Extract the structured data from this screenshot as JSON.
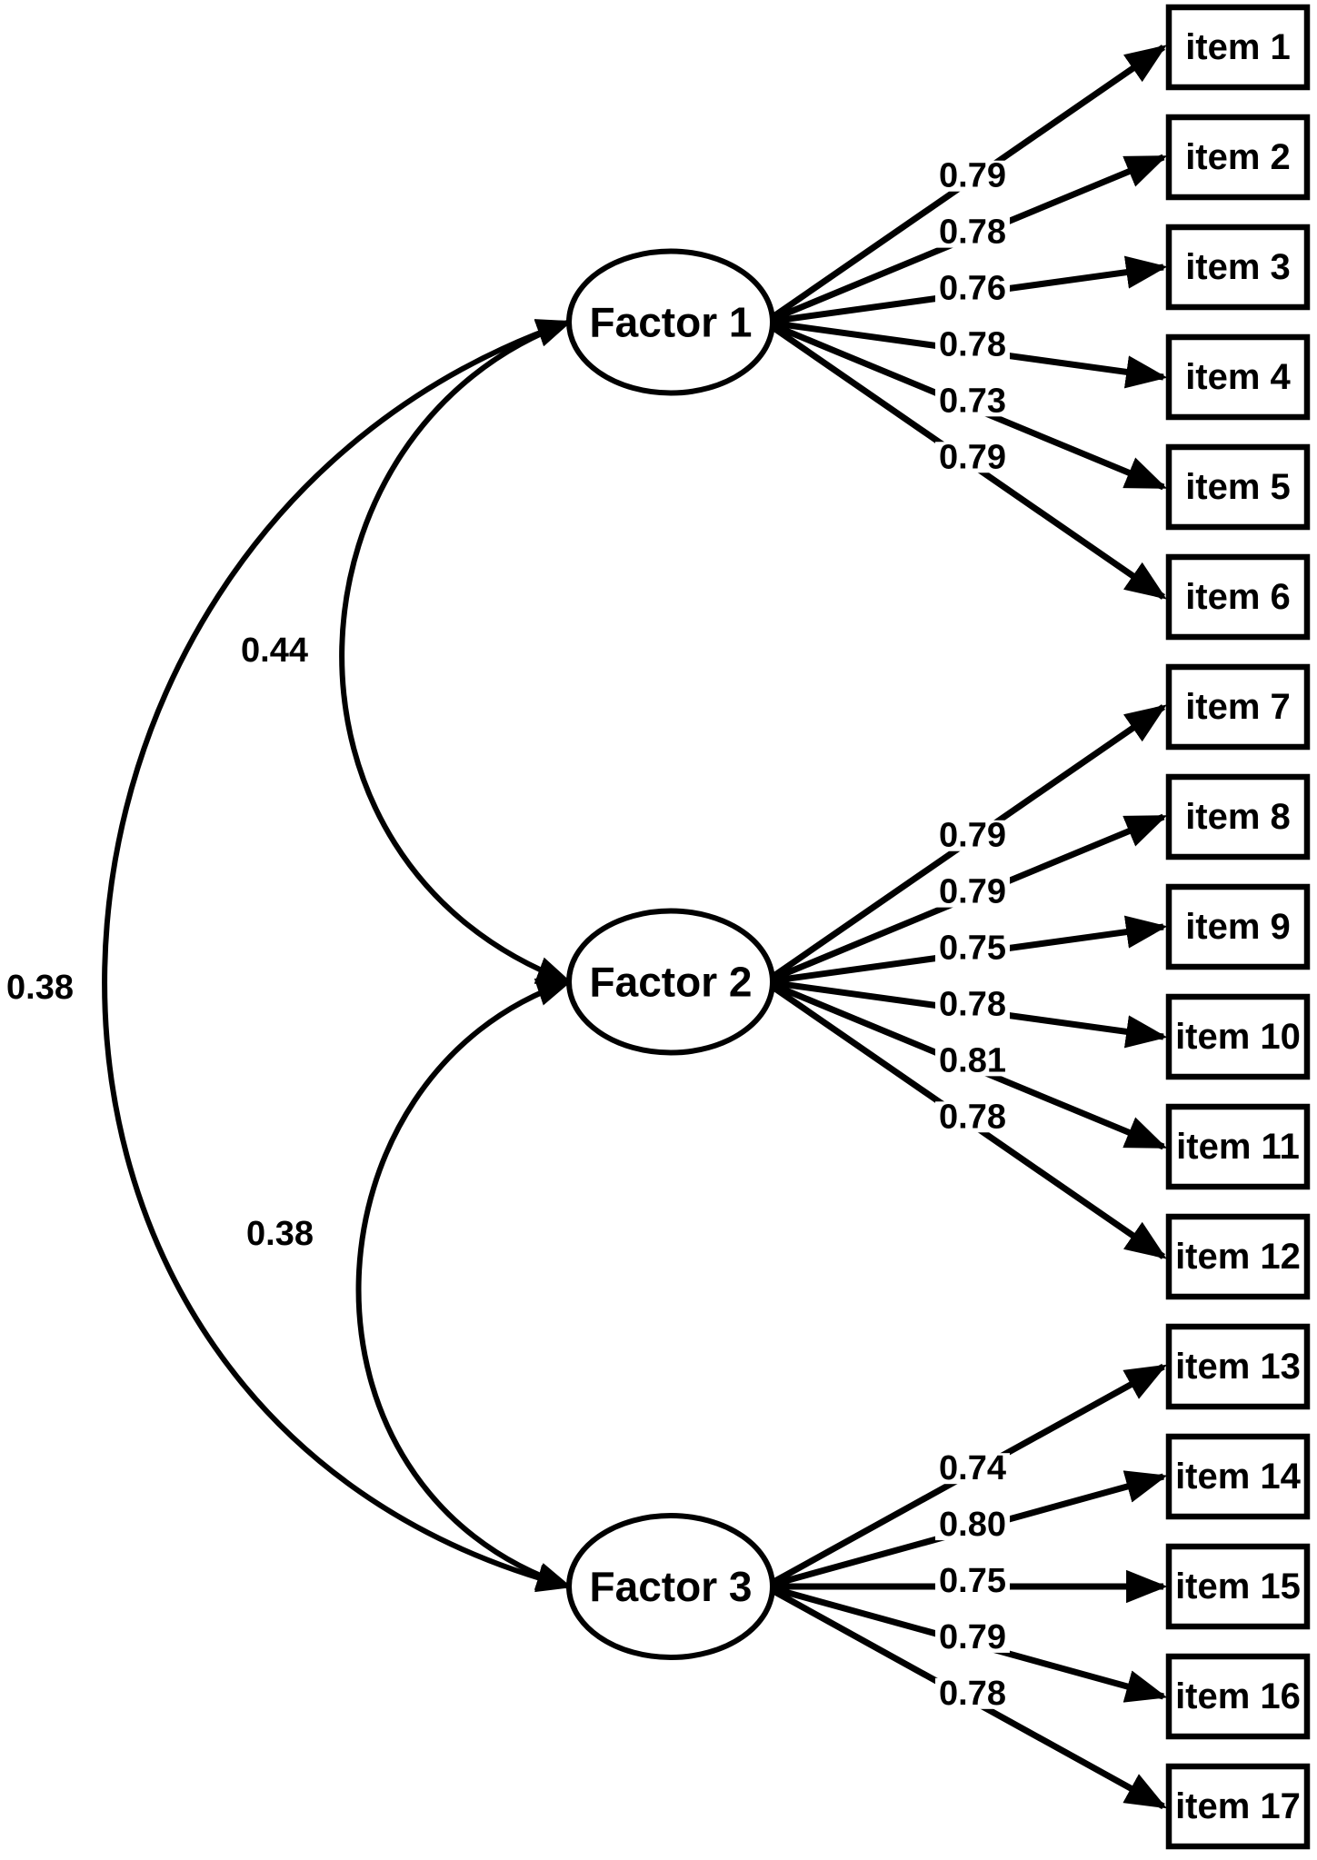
{
  "diagram": {
    "type": "cfa-path-diagram",
    "colors": {
      "stroke": "#000000",
      "background": "#ffffff"
    },
    "factors": [
      {
        "label": "Factor 1",
        "items": [
          {
            "label": "item 1",
            "loading": "0.79"
          },
          {
            "label": "item 2",
            "loading": "0.78"
          },
          {
            "label": "item 3",
            "loading": "0.76"
          },
          {
            "label": "item 4",
            "loading": "0.78"
          },
          {
            "label": "item 5",
            "loading": "0.73"
          },
          {
            "label": "item 6",
            "loading": "0.79"
          }
        ]
      },
      {
        "label": "Factor 2",
        "items": [
          {
            "label": "item 7",
            "loading": "0.79"
          },
          {
            "label": "item 8",
            "loading": "0.79"
          },
          {
            "label": "item 9",
            "loading": "0.75"
          },
          {
            "label": "item 10",
            "loading": "0.78"
          },
          {
            "label": "item 11",
            "loading": "0.81"
          },
          {
            "label": "item 12",
            "loading": "0.78"
          }
        ]
      },
      {
        "label": "Factor 3",
        "items": [
          {
            "label": "item 13",
            "loading": "0.74"
          },
          {
            "label": "item 14",
            "loading": "0.80"
          },
          {
            "label": "item 15",
            "loading": "0.75"
          },
          {
            "label": "item 16",
            "loading": "0.79"
          },
          {
            "label": "item 17",
            "loading": "0.78"
          }
        ]
      }
    ],
    "correlations": [
      {
        "between": [
          "Factor 1",
          "Factor 2"
        ],
        "value": "0.44"
      },
      {
        "between": [
          "Factor 1",
          "Factor 3"
        ],
        "value": "0.38"
      },
      {
        "between": [
          "Factor 2",
          "Factor 3"
        ],
        "value": "0.38"
      }
    ]
  }
}
